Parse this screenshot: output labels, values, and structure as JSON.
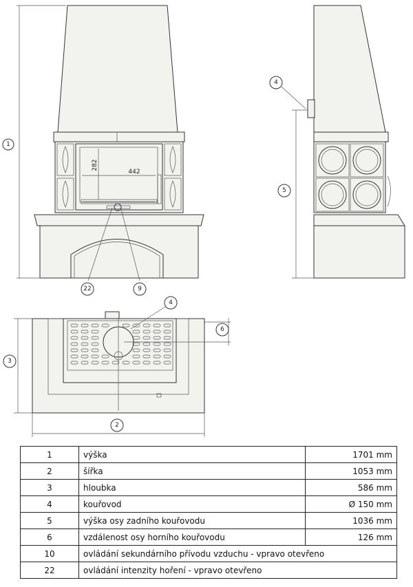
{
  "drawing": {
    "callouts": {
      "height": "1",
      "width": "2",
      "depth": "3",
      "flue": "4",
      "rear_flue_axis": "5",
      "top_flue_axis": "6",
      "control_9": "9",
      "control_22": "22"
    },
    "dims": {
      "opening_height": "282",
      "opening_width": "442"
    }
  },
  "spec_table": [
    {
      "num": "1",
      "desc": "výška",
      "val": "1701 mm"
    },
    {
      "num": "2",
      "desc": "šířka",
      "val": "1053 mm"
    },
    {
      "num": "3",
      "desc": "hloubka",
      "val": "586 mm"
    },
    {
      "num": "4",
      "desc": "kouřovod",
      "val": "Ø 150 mm"
    },
    {
      "num": "5",
      "desc": "výška osy zadního kouřovodu",
      "val": "1036 mm"
    },
    {
      "num": "6",
      "desc": "vzdálenost osy horního kouřovodu",
      "val": "126 mm"
    },
    {
      "num": "10",
      "desc": "ovládání sekundárního přívodu vzduchu - vpravo otevřeno",
      "val": ""
    },
    {
      "num": "22",
      "desc": "ovládání intenzity hoření - vpravo otevřeno",
      "val": ""
    }
  ]
}
